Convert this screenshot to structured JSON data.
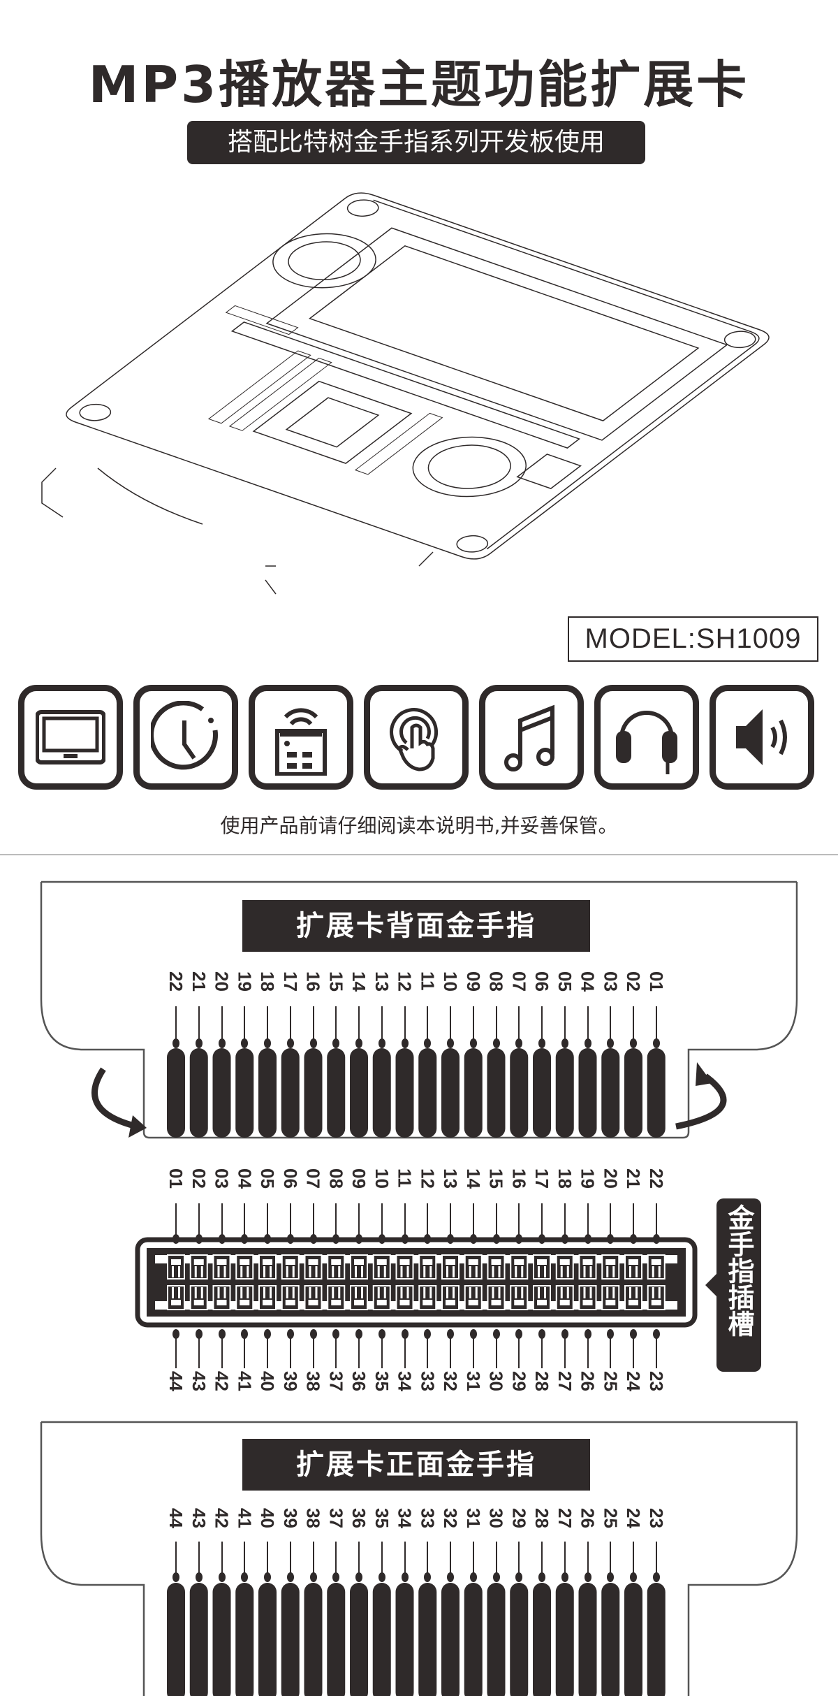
{
  "header": {
    "title": "MP3播放器主题功能扩展卡",
    "subtitle": "搭配比特树金手指系列开发板使用"
  },
  "product": {
    "model": "MODEL:SH1009"
  },
  "features": [
    {
      "icon": "display-icon"
    },
    {
      "icon": "clock-icon"
    },
    {
      "icon": "remote-signal-icon"
    },
    {
      "icon": "touch-icon"
    },
    {
      "icon": "music-note-icon"
    },
    {
      "icon": "headphones-icon"
    },
    {
      "icon": "speaker-icon"
    }
  ],
  "caption": "使用产品前请仔细阅读本说明书,并妥善保管。",
  "back_card": {
    "title": "扩展卡背面金手指",
    "pins": [
      "22",
      "21",
      "20",
      "19",
      "18",
      "17",
      "16",
      "15",
      "14",
      "13",
      "12",
      "11",
      "10",
      "09",
      "08",
      "07",
      "06",
      "05",
      "04",
      "03",
      "02",
      "01"
    ]
  },
  "slot": {
    "tag": "金手指插槽",
    "top_pins": [
      "01",
      "02",
      "03",
      "04",
      "05",
      "06",
      "07",
      "08",
      "09",
      "10",
      "11",
      "12",
      "13",
      "14",
      "15",
      "16",
      "17",
      "18",
      "19",
      "20",
      "21",
      "22"
    ],
    "bottom_pins": [
      "44",
      "43",
      "42",
      "41",
      "40",
      "39",
      "38",
      "37",
      "36",
      "35",
      "34",
      "33",
      "32",
      "31",
      "30",
      "29",
      "28",
      "27",
      "26",
      "25",
      "24",
      "23"
    ]
  },
  "front_card": {
    "title": "扩展卡正面金手指",
    "pins": [
      "44",
      "43",
      "42",
      "41",
      "40",
      "39",
      "38",
      "37",
      "36",
      "35",
      "34",
      "33",
      "32",
      "31",
      "30",
      "29",
      "28",
      "27",
      "26",
      "25",
      "24",
      "23"
    ]
  },
  "colors": {
    "ink": "#2f2a2a",
    "divider": "#bbbbbb"
  }
}
